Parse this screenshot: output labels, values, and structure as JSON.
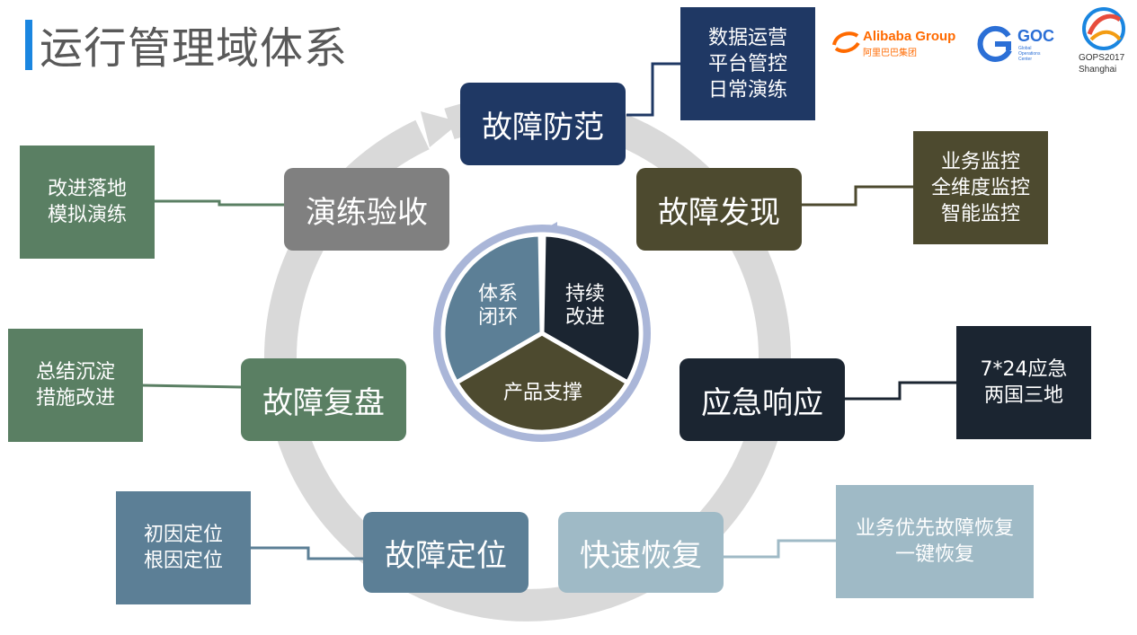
{
  "title": "运行管理域体系",
  "colors": {
    "accent": "#1a86e0",
    "ring": "#d9d9d9",
    "prevent": "#1f3864",
    "detect": "#4d4a2f",
    "response": "#1b2531",
    "recover": "#9fbac6",
    "locate": "#5c7f96",
    "review": "#5a7f63",
    "drill": "#808080"
  },
  "cycle": {
    "prevent": "故障防范",
    "detect": "故障发现",
    "response": "应急响应",
    "recover": "快速恢复",
    "locate": "故障定位",
    "review": "故障复盘",
    "drill": "演练验收"
  },
  "details": {
    "prevent": [
      "数据运营",
      "平台管控",
      "日常演练"
    ],
    "detect": [
      "业务监控",
      "全维度监控",
      "智能监控"
    ],
    "response": [
      "7*24应急",
      "两国三地"
    ],
    "recover": [
      "业务优先故障恢复",
      "一键恢复"
    ],
    "locate": [
      "初因定位",
      "根因定位"
    ],
    "review": [
      "总结沉淀",
      "措施改进"
    ],
    "drill": [
      "改进落地",
      "模拟演练"
    ]
  },
  "core": {
    "system": [
      "体系",
      "闭环"
    ],
    "improve": [
      "持续",
      "改进"
    ],
    "product": "产品支撑"
  },
  "logos": {
    "alibaba": "Alibaba Group",
    "alibaba_cn": "阿里巴巴集团",
    "goc": "GOC",
    "goc_sub": [
      "Global",
      "Operations",
      "Center"
    ],
    "gops": "GOPS2017",
    "city": "Shanghai"
  }
}
